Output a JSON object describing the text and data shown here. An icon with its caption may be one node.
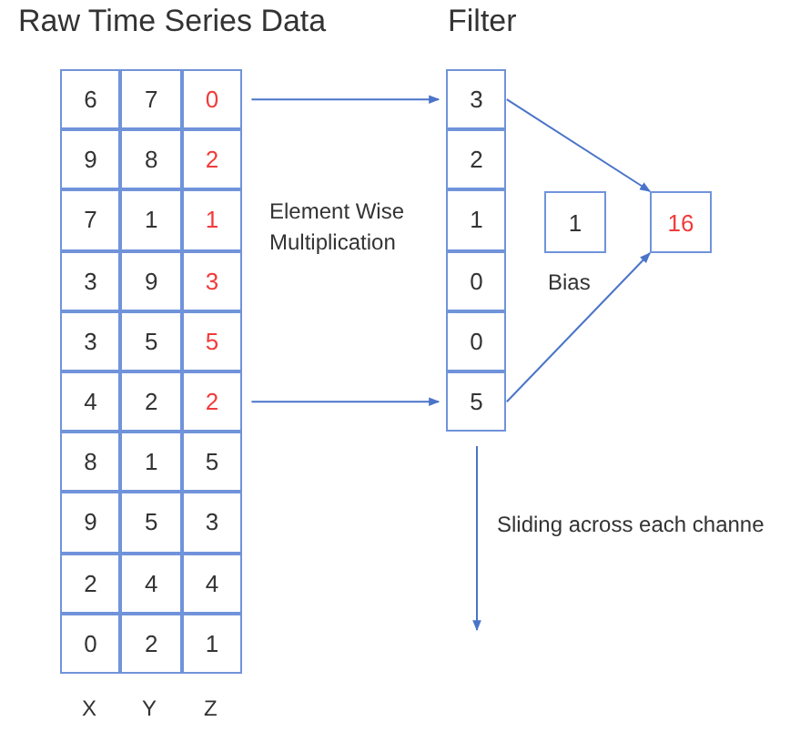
{
  "diagram": {
    "nodes": [
      {
        "text": [
          "6"
        ]
      },
      {
        "text": [
          "7"
        ]
      },
      {
        "text": [
          "0"
        ]
      },
      {
        "text": [
          "9"
        ]
      },
      {
        "text": [
          "8"
        ]
      },
      {
        "text": [
          "2"
        ]
      },
      {
        "text": [
          "7"
        ]
      },
      {
        "text": [
          "1"
        ]
      },
      {
        "text": [
          "1"
        ]
      },
      {
        "text": [
          "3"
        ]
      },
      {
        "text": [
          "9"
        ]
      },
      {
        "text": [
          "3"
        ]
      },
      {
        "text": [
          "3"
        ]
      },
      {
        "text": [
          "5"
        ]
      },
      {
        "text": [
          "5"
        ]
      },
      {
        "text": [
          "4"
        ]
      },
      {
        "text": [
          "2"
        ]
      },
      {
        "text": [
          "2"
        ]
      },
      {
        "text": [
          "8"
        ]
      },
      {
        "text": [
          "1"
        ]
      },
      {
        "text": [
          "5"
        ]
      },
      {
        "text": [
          "9"
        ]
      },
      {
        "text": [
          "5"
        ]
      },
      {
        "text": [
          "3"
        ]
      },
      {
        "text": [
          "2"
        ]
      },
      {
        "text": [
          "4"
        ]
      },
      {
        "text": [
          "4"
        ]
      },
      {
        "text": [
          "0"
        ]
      },
      {
        "text": [
          "2"
        ]
      },
      {
        "text": [
          "1"
        ]
      },
      {
        "text": [
          "3"
        ]
      },
      {
        "text": [
          "2"
        ]
      },
      {
        "text": [
          "1"
        ]
      },
      {
        "text": [
          "0"
        ]
      },
      {
        "text": [
          "0"
        ]
      },
      {
        "text": [
          "5"
        ]
      },
      {
        "text": [
          "1"
        ],
        "beside": [
          "Bias"
        ]
      },
      {
        "text": [
          "16"
        ]
      }
    ],
    "edges": [
      {
        "from": 2,
        "to": 30,
        "arrow": "to"
      },
      {
        "from": 17,
        "to": 35,
        "arrow": "to"
      },
      {
        "from": 30,
        "to": 37,
        "arrow": "to"
      },
      {
        "from": 35,
        "to": 37,
        "arrow": "to"
      }
    ],
    "labels": [
      "Raw Time Series Data",
      "Filter",
      "Element Wise Multiplication",
      "Sliding across each channe",
      "X",
      "Y",
      "Z"
    ]
  }
}
